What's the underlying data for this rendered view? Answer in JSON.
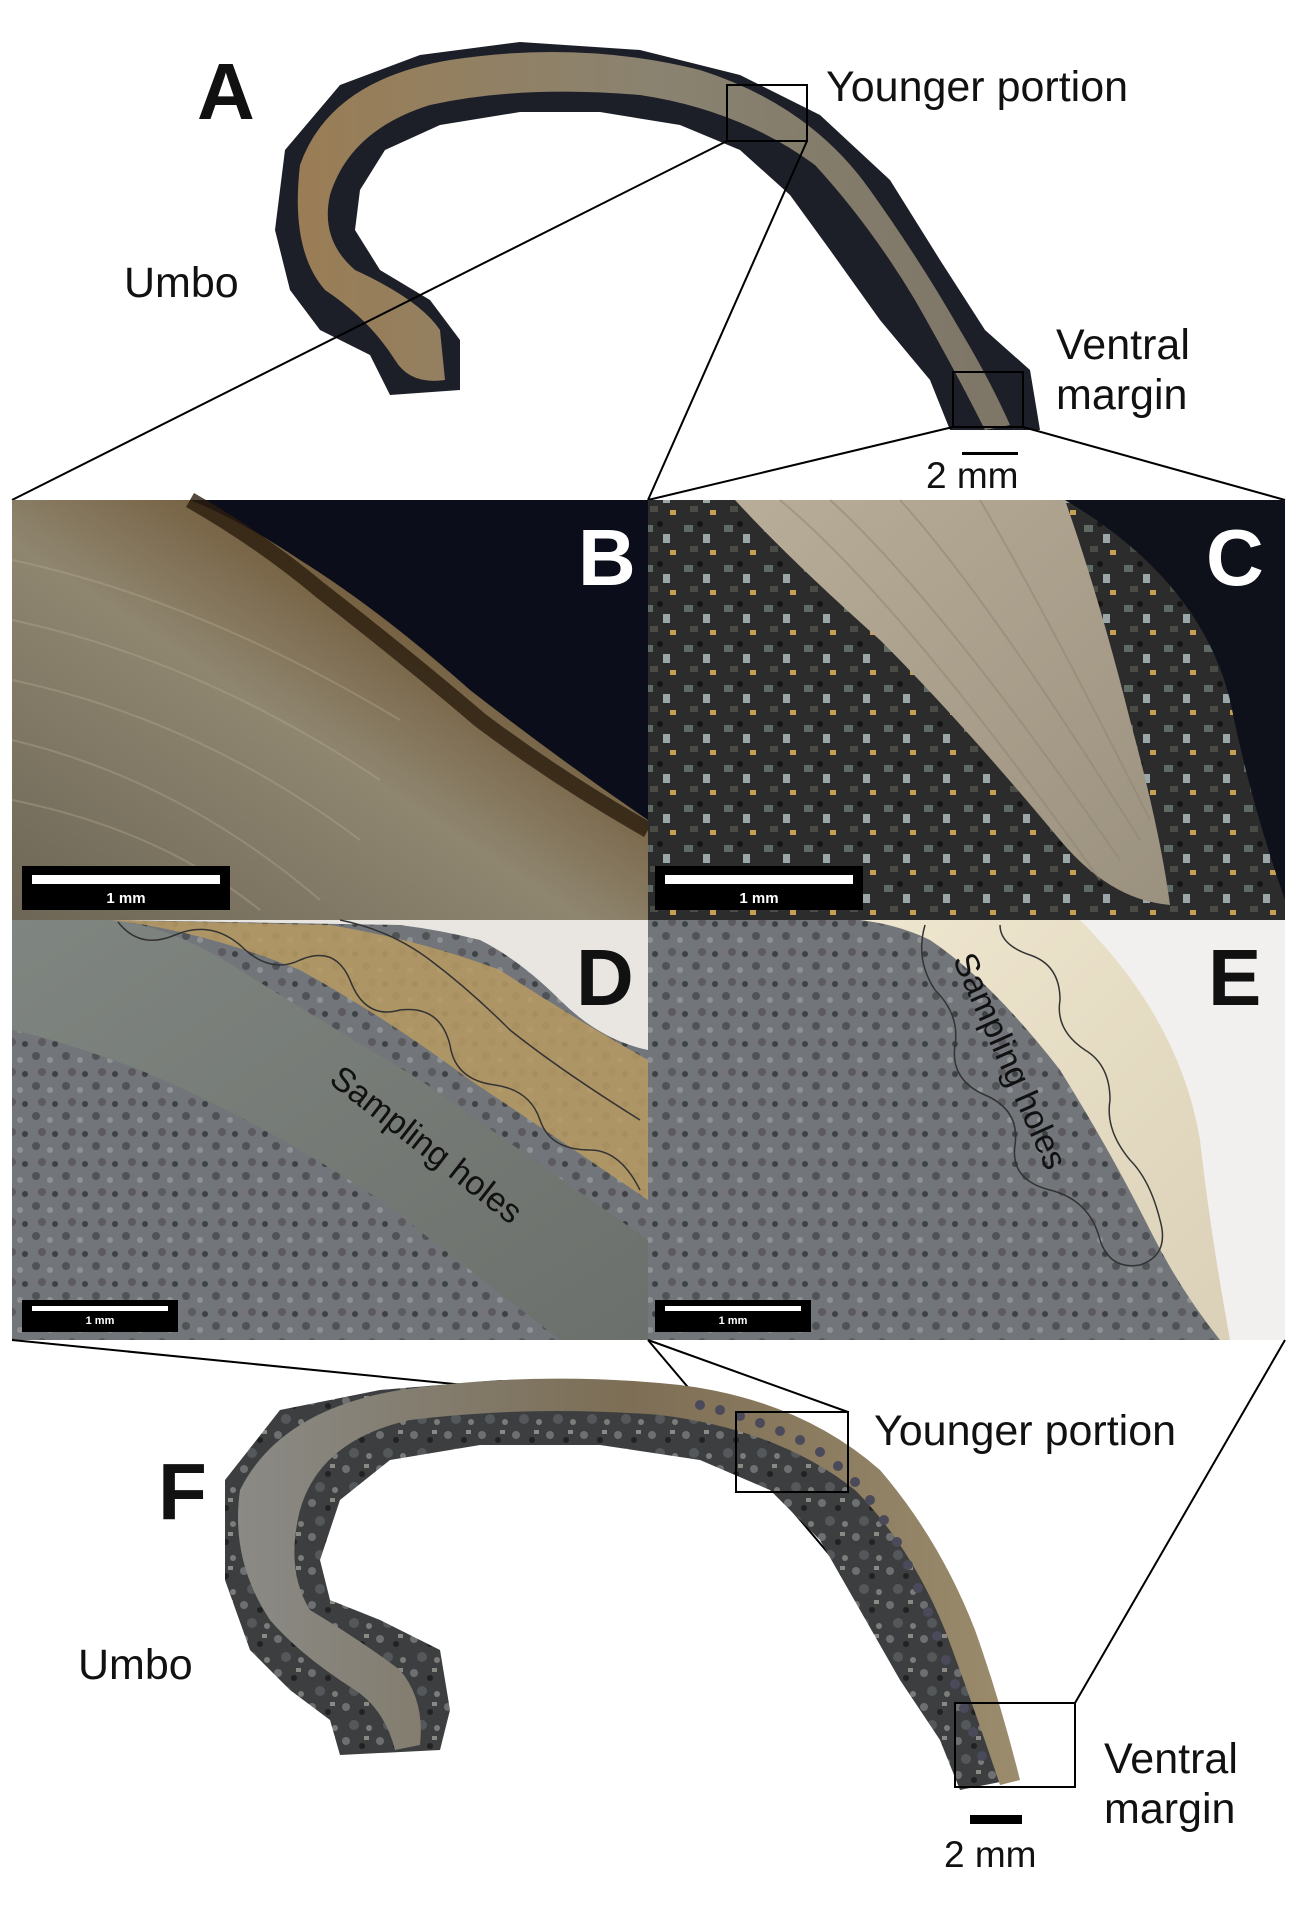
{
  "panels": {
    "A": {
      "letter": "A",
      "labels": {
        "younger": "Younger portion",
        "umbo": "Umbo",
        "ventral_line1": "Ventral",
        "ventral_line2": "margin"
      },
      "scale": "2 mm"
    },
    "B": {
      "letter": "B",
      "scale": "1 mm"
    },
    "C": {
      "letter": "C",
      "scale": "1 mm"
    },
    "D": {
      "letter": "D",
      "scale": "1 mm",
      "annotation": "Sampling holes"
    },
    "E": {
      "letter": "E",
      "scale": "1 mm",
      "annotation": "Sampling holes"
    },
    "F": {
      "letter": "F",
      "labels": {
        "younger": "Younger portion",
        "umbo": "Umbo",
        "ventral_line1": "Ventral",
        "ventral_line2": "margin"
      },
      "scale": "2 mm"
    }
  },
  "colors": {
    "shell_a": "#8d8168",
    "shell_b": "#7c6a4a",
    "shell_d": "#6f7470",
    "sediment_dark": "#2a2a2c",
    "sediment_grey": "#5b5e60",
    "background_dark": "#0e111a"
  }
}
